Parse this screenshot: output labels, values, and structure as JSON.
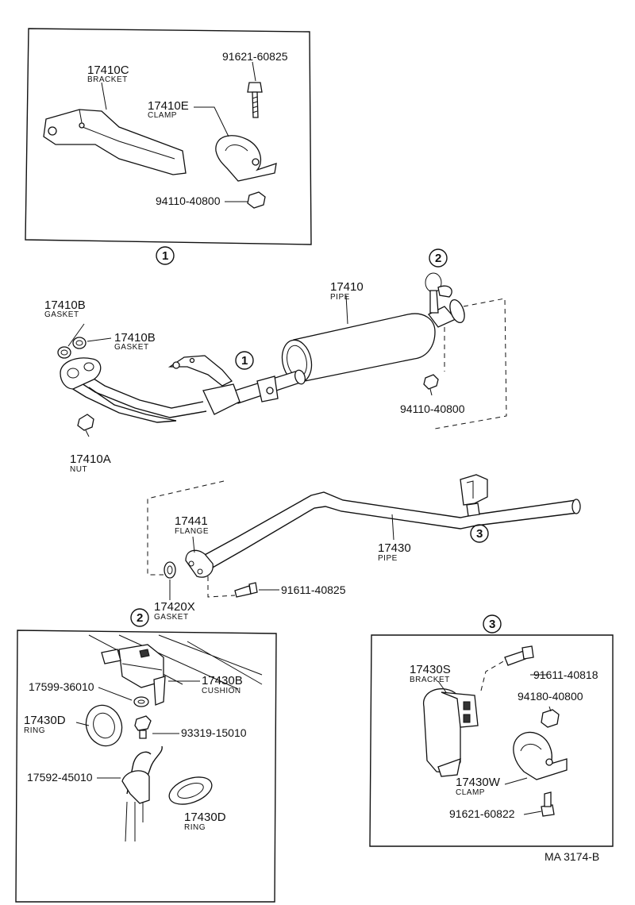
{
  "callouts": {
    "box1_bracket_no": "17410C",
    "box1_bracket_name": "BRACKET",
    "box1_bolt_no": "91621-60825",
    "box1_clamp_no": "17410E",
    "box1_clamp_name": "CLAMP",
    "box1_nut_no": "94110-40800",
    "pipe_no": "17410",
    "pipe_name": "PIPE",
    "gasket_left_no": "17410B",
    "gasket_left_name": "GASKET",
    "gasket_right_no": "17410B",
    "gasket_right_name": "GASKET",
    "nut_front_no": "17410A",
    "nut_front_name": "NUT",
    "nut_rear_no": "94110-40800",
    "flange_no": "17441",
    "flange_name": "FLANGE",
    "tail_pipe_no": "17430",
    "tail_pipe_name": "PIPE",
    "flange_bolt_no": "91611-40825",
    "gasket_mid_no": "17420X",
    "gasket_mid_name": "GASKET",
    "box2_no1": "17599-36010",
    "box2_cushion_no": "17430B",
    "box2_cushion_name": "CUSHION",
    "box2_ring_top_no": "17430D",
    "box2_ring_top_name": "RING",
    "box2_bolt_no": "93319-15010",
    "box2_hook_no": "17592-45010",
    "box2_ring_bottom_no": "17430D",
    "box2_ring_bottom_name": "RING",
    "box3_bracket_no": "17430S",
    "box3_bracket_name": "BRACKET",
    "box3_bolt_no": "91611-40818",
    "box3_nut_no": "94180-40800",
    "box3_clamp_no": "17430W",
    "box3_clamp_name": "CLAMP",
    "box3_bolt2_no": "91621-60822",
    "diagram_code": "MA 3174-B"
  },
  "circles": {
    "c1": "1",
    "c2": "2",
    "c3": "3"
  }
}
